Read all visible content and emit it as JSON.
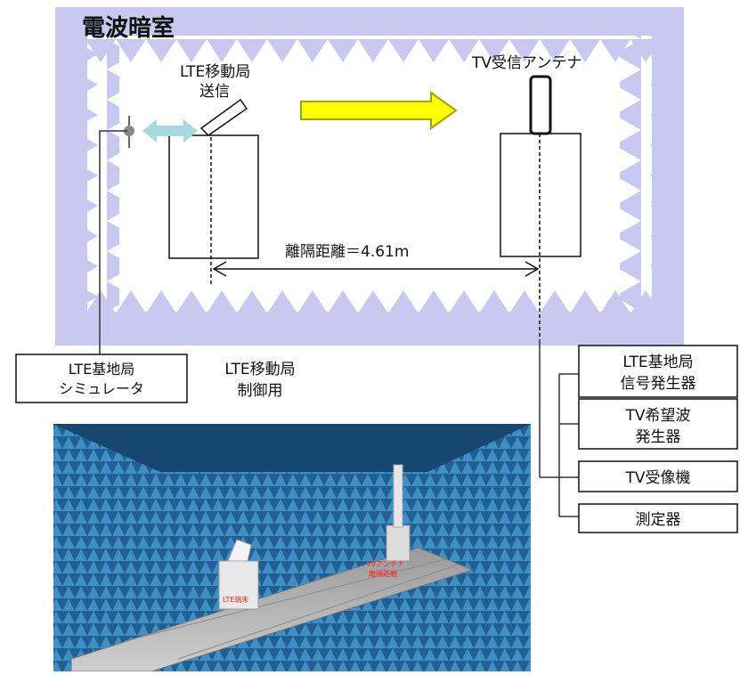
{
  "chamber": {
    "title": "電波暗室",
    "lte_mobile_label_line1": "LTE移動局",
    "lte_mobile_label_line2": "送信",
    "tv_antenna_label": "TV受信アンテナ",
    "separation_label": "離隔距離＝4.61m"
  },
  "external": {
    "lte_base_sim_line1": "LTE基地局",
    "lte_base_sim_line2": "シミュレータ",
    "lte_mobile_control_line1": "LTE移動局",
    "lte_mobile_control_line2": "制御用"
  },
  "equipment": {
    "lte_signal_gen_line1": "LTE基地局",
    "lte_signal_gen_line2": "信号発生器",
    "tv_desired_gen_line1": "TV希望波",
    "tv_desired_gen_line2": "発生器",
    "tv_receiver": "TV受像機",
    "meter": "測定器"
  },
  "photo": {
    "tv_antenna_tag_line1": "TVアンテナ",
    "tv_antenna_tag_line2": "離隔距離",
    "lte_terminal_tag": "LTE端末"
  },
  "colors": {
    "absorber": "#c8c8f0",
    "absorber_inner": "#ffffff",
    "yellow_arrow": "#ffff00",
    "yellow_arrow_stroke": "#9aa800",
    "cyan_arrow": "#a8d8e0",
    "photo_blue": "#2a6fa0"
  }
}
